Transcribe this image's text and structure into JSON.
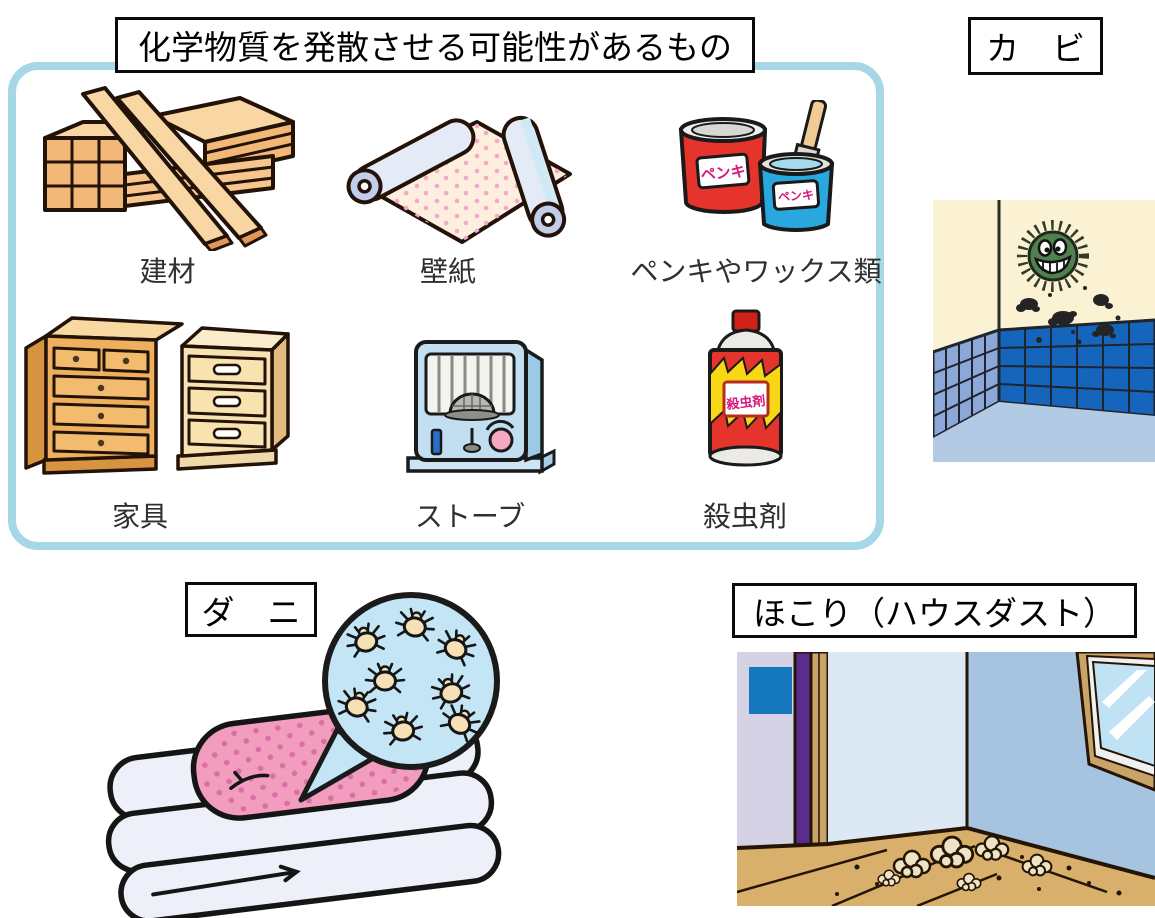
{
  "colors": {
    "chem_box_border": "#a5d7e7",
    "heading_border": "#0a0a0a",
    "item_label_text": "#2f2f2f",
    "mold_tile_dark": "#1565bd",
    "mold_tile_light": "#8ca8d8",
    "mite_circle_fill": "#c3e5f5",
    "floor_wood": "#d8b06c"
  },
  "sections": {
    "chemicals": {
      "title": "化学物質を発散させる可能性があるもの",
      "items": [
        {
          "label": "建材",
          "icon": "lumber-icon"
        },
        {
          "label": "壁紙",
          "icon": "wallpaper-rolls-icon"
        },
        {
          "label": "ペンキやワックス類",
          "icon": "paint-cans-icon",
          "can_text": "ペンキ"
        },
        {
          "label": "家具",
          "icon": "chest-of-drawers-icon"
        },
        {
          "label": "ストーブ",
          "icon": "kerosene-heater-icon"
        },
        {
          "label": "殺虫剤",
          "icon": "insecticide-spray-icon",
          "can_text": "殺虫剤"
        }
      ]
    },
    "mold": {
      "title": "カ　ビ",
      "illustration": "bathroom-corner-with-mold"
    },
    "mites": {
      "title": "ダ　ニ",
      "illustration": "folded-futon-with-magnified-mites"
    },
    "dust": {
      "title": "ほこり（ハウスダスト）",
      "illustration": "room-corner-with-dust"
    }
  }
}
